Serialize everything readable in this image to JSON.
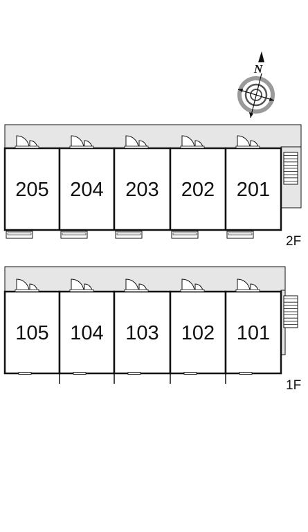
{
  "compass": {
    "north_label": "N"
  },
  "floors": [
    {
      "label": "2F",
      "units": [
        "205",
        "204",
        "203",
        "202",
        "201"
      ]
    },
    {
      "label": "1F",
      "units": [
        "105",
        "104",
        "103",
        "102",
        "101"
      ]
    }
  ],
  "colors": {
    "corridor": "#e6e6e6",
    "wall": "#111111",
    "compass_ring": "#999999"
  }
}
